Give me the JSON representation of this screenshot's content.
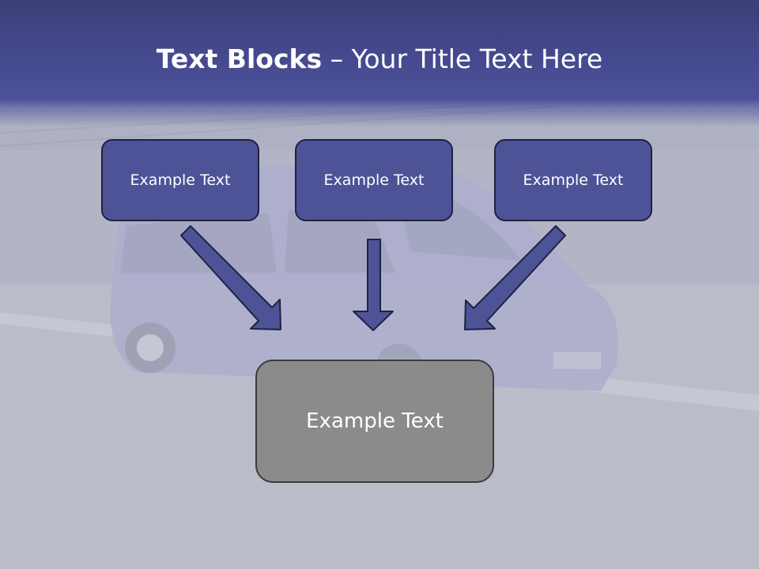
{
  "title": {
    "bold": "Text Blocks",
    "separator": " – ",
    "rest": "Your Title Text Here"
  },
  "blocks": [
    {
      "label": "Example Text"
    },
    {
      "label": "Example Text"
    },
    {
      "label": "Example Text"
    }
  ],
  "center_block": {
    "label": "Example Text"
  },
  "colors": {
    "title_band": "#454a8e",
    "block_fill": "#4e5297",
    "block_border": "#1e2242",
    "center_fill": "#8b8b8b",
    "arrow_fill": "#4e5297"
  }
}
